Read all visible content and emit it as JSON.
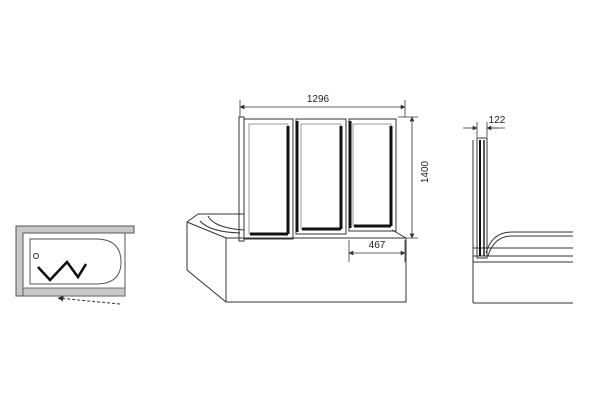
{
  "drawing": {
    "dimensions": {
      "total_width": "1296",
      "height": "1400",
      "panel_width": "467",
      "profile_depth": "122"
    },
    "colors": {
      "line": "#333333",
      "frame_dark": "#111111",
      "inset_fill": "#c8c8c8",
      "background": "#ffffff"
    },
    "icons": {
      "swing_arrow": "dashed-arrow-left",
      "fold_path": "zigzag-line"
    }
  }
}
